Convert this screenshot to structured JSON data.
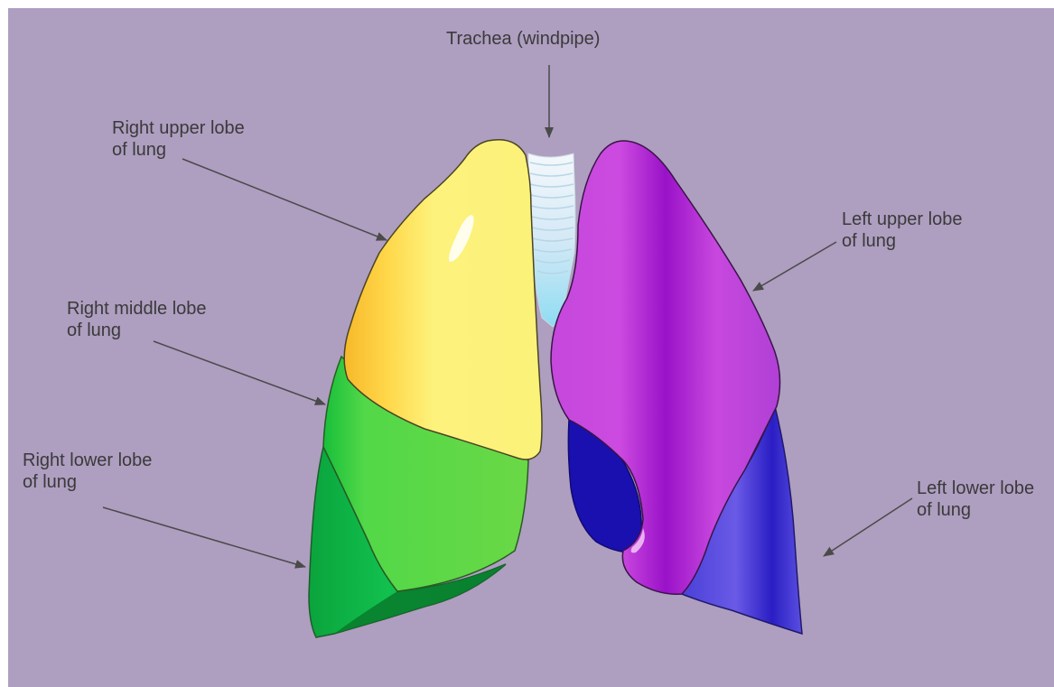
{
  "background_color": "#ae9ec0",
  "labels": {
    "trachea": "Trachea (windpipe)",
    "right_upper": [
      "Right upper lobe",
      "of lung"
    ],
    "right_middle": [
      "Right middle lobe",
      "of lung"
    ],
    "right_lower": [
      "Right lower lobe",
      "of lung"
    ],
    "left_upper": [
      "Left upper lobe",
      "of lung"
    ],
    "left_lower": [
      "Left lower lobe",
      "of lung"
    ]
  },
  "colors": {
    "right_upper_lobe": "#fbf27a",
    "right_middle_lobe": "#6ad846",
    "right_lower_lobe": "#0fb84a",
    "left_upper_lobe": "#c848de",
    "left_lower_lobe": "#5a4fe0",
    "left_lower_posterior": "#1a10b0",
    "trachea": "#cde6f4"
  }
}
